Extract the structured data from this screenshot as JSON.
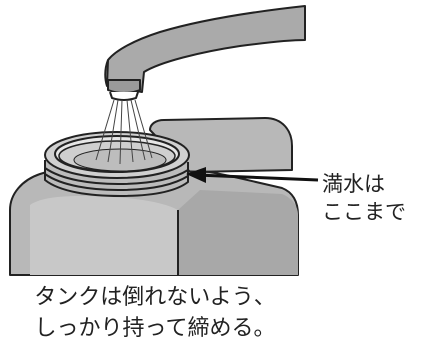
{
  "callout": {
    "line1": "満水は",
    "line2": "ここまで"
  },
  "caption": {
    "line1": "タンクは倒れないよう、",
    "line2": "しっかり持って締める。"
  }
}
